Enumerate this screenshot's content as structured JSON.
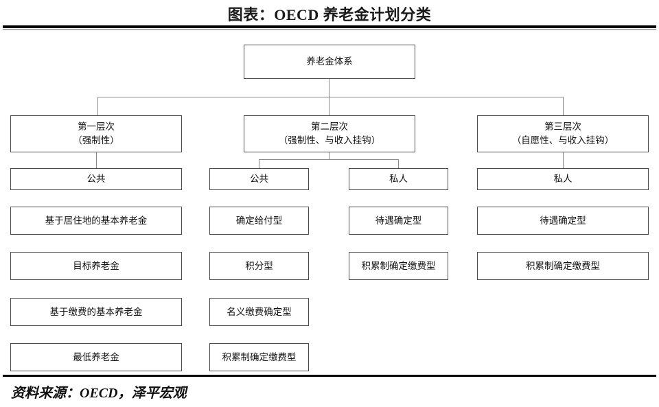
{
  "header": {
    "title": "图表：OECD 养老金计划分类"
  },
  "footer": {
    "source": "资料来源：OECD，泽平宏观"
  },
  "diagram": {
    "root": {
      "label": "养老金体系"
    },
    "tiers": [
      {
        "name": "tier-1",
        "line1": "第一层次",
        "line2": "（强制性）",
        "providers": [
          {
            "name": "public",
            "label": "公共",
            "items": [
              "基于居住地的基本养老金",
              "目标养老金",
              "基于缴费的基本养老金",
              "最低养老金"
            ]
          }
        ]
      },
      {
        "name": "tier-2",
        "line1": "第二层次",
        "line2": "（强制性、与收入挂钩）",
        "providers": [
          {
            "name": "public",
            "label": "公共",
            "items": [
              "确定给付型",
              "积分型",
              "名义缴费确定型",
              "积累制确定缴费型"
            ]
          },
          {
            "name": "private",
            "label": "私人",
            "items": [
              "待遇确定型",
              "积累制确定缴费型"
            ]
          }
        ]
      },
      {
        "name": "tier-3",
        "line1": "第三层次",
        "line2": "（自愿性、与收入挂钩）",
        "providers": [
          {
            "name": "private",
            "label": "私人",
            "items": [
              "待遇确定型",
              "积累制确定缴费型"
            ]
          }
        ]
      }
    ]
  },
  "colors": {
    "box_border": "#4b4b4b",
    "connector": "#8a8a8a",
    "rule": "#000000",
    "text": "#111111"
  }
}
